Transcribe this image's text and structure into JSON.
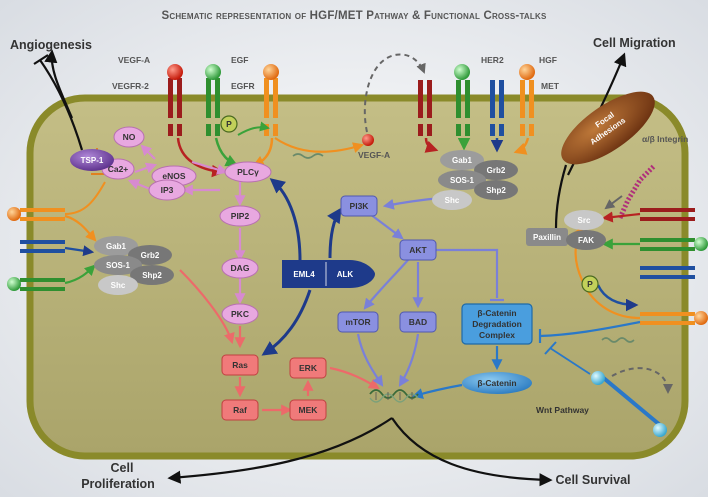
{
  "title": "Schematic representation of HGF/MET Pathway & Functional Cross-talks",
  "outcomes": {
    "angiogenesis": "Angiogenesis",
    "cell_migration": "Cell Migration",
    "cell_proliferation_1": "Cell",
    "cell_proliferation_2": "Proliferation",
    "cell_survival": "Cell Survival"
  },
  "receptors": {
    "vegfa": "VEGF-A",
    "vegfr2": "VEGFR-2",
    "egf": "EGF",
    "egfr": "EGFR",
    "her2": "HER2",
    "hgf": "HGF",
    "met": "MET",
    "vegfa_secreted": "VEGF-A",
    "integrin": "α/β Integrin"
  },
  "nodes": {
    "no": "NO",
    "enos": "eNOS",
    "ca": "Ca2+",
    "ip3": "IP3",
    "tsp1": "TSP-1",
    "plcg": "PLCγ",
    "pip2": "PIP2",
    "dag": "DAG",
    "pkc": "PKC",
    "ras": "Ras",
    "raf": "Raf",
    "mek": "MEK",
    "erk": "ERK",
    "pi3k": "PI3K",
    "akt": "AKT",
    "mtor": "mTOR",
    "bad": "BAD",
    "bcat_complex_1": "β-Catenin",
    "bcat_complex_2": "Degradation",
    "bcat_complex_3": "Complex",
    "bcat": "β-Catenin",
    "eml4": "EML4",
    "alk": "ALK",
    "gab1_l": "Gab1",
    "grb2_l": "Grb2",
    "sos1_l": "SOS-1",
    "shp2_l": "Shp2",
    "shc_l": "Shc",
    "gab1_r": "Gab1",
    "grb2_r": "Grb2",
    "sos1_r": "SOS-1",
    "shp2_r": "Shp2",
    "shc_r": "Shc",
    "src": "Src",
    "fak": "FAK",
    "paxillin": "Paxillin",
    "focal_1": "Focal",
    "focal_2": "Adhesions",
    "p1": "P",
    "p2": "P",
    "wnt": "Wnt Pathway"
  },
  "colors": {
    "membrane": "#8a8a2a",
    "cytoplasm": "#b8b27a",
    "pink": "#e8a8e0",
    "salmon": "#f07a7a",
    "periwinkle": "#8a90e0",
    "blue": "#3c8fd4",
    "navy": "#1e3a8a",
    "grey": "#8a8a8a",
    "red": "#b72222",
    "green": "#3aa23a",
    "orange": "#f09020"
  }
}
